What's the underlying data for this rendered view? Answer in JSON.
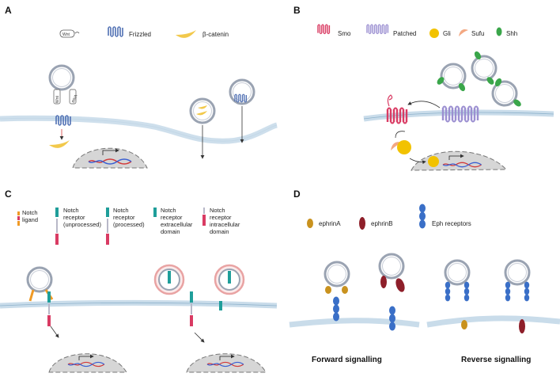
{
  "panels": {
    "A": {
      "letter": "A",
      "legend": {
        "wnt": "Wnt",
        "frizzled": "Frizzled",
        "beta_catenin": "β-catenin"
      },
      "vesicle_tags": {
        "wnt": "Wnt",
        "rna": "RNA"
      }
    },
    "B": {
      "letter": "B",
      "legend": {
        "smo": "Smo",
        "patched": "Patched",
        "gli": "Gli",
        "sufu": "Sufu",
        "shh": "Shh"
      }
    },
    "C": {
      "letter": "C",
      "legend": {
        "ligand": [
          "Notch",
          "ligand"
        ],
        "unprocessed": [
          "Notch",
          "receptor",
          "(unprocessed)"
        ],
        "processed": [
          "Notch",
          "receptor",
          "(processed)"
        ],
        "extracellular": [
          "Notch",
          "receptor",
          "extracellular",
          "domain"
        ],
        "intracellular": [
          "Notch",
          "receptor",
          "intracellular",
          "domain"
        ]
      }
    },
    "D": {
      "letter": "D",
      "legend": {
        "ephrin_a": "ephrinA",
        "ephrin_b": "ephrinB",
        "eph": "Eph receptors"
      },
      "captions": {
        "forward": "Forward signalling",
        "reverse": "Reverse signalling"
      }
    }
  },
  "colors": {
    "membrane": "#c9dcea",
    "membrane_edge": "#8fb3cc",
    "vesicle": "#9aa3b2",
    "frizzled": "#4f6fb3",
    "beta_catenin": "#f2c94c",
    "smo": "#d93b63",
    "patched": "#9b8fd1",
    "gli": "#f2c200",
    "sufu": "#f3a882",
    "shh": "#3aa64a",
    "notch_teal": "#1f9e9a",
    "notch_orange": "#f09a25",
    "ephrin_a": "#c9921e",
    "ephrin_b": "#8e1f2a",
    "eph": "#3a6fc7",
    "nucleus": "#d6d6d6",
    "dna_red": "#d23a3a",
    "dna_blue": "#3a5fd2"
  }
}
